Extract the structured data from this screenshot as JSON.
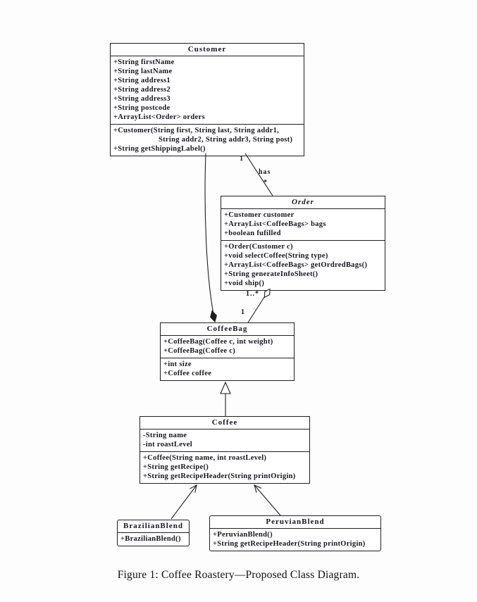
{
  "classes": {
    "customer": {
      "name": "Customer",
      "attributes": [
        "+String firstName",
        "+String lastName",
        "+String address1",
        "+String address2",
        "+String address3",
        "+String postcode",
        "+ArrayList<Order> orders"
      ],
      "methods": [
        "+Customer(String first, String last, String addr1,",
        "String addr2, String addr3, String post)",
        "+String getShippingLabel()"
      ]
    },
    "order": {
      "name": "Order",
      "attributes": [
        "+Customer customer",
        "+ArrayList<CoffeeBags> bags",
        "+boolean fufilled"
      ],
      "methods": [
        "+Order(Customer c)",
        "+void selectCoffee(String type)",
        "+ArrayList<CoffeeBags> getOrdredBags()",
        "+String generateInfoSheet()",
        "+void ship()"
      ]
    },
    "coffeebag": {
      "name": "CoffeeBag",
      "constructors": [
        "+CoffeeBag(Coffee c, int weight)",
        "+CoffeeBag(Coffee c)"
      ],
      "attributes": [
        "+int size",
        "+Coffee coffee"
      ]
    },
    "coffee": {
      "name": "Coffee",
      "attributes": [
        "-String name",
        "-int roastLevel"
      ],
      "methods": [
        "+Coffee(String name, int roastLevel)",
        "+String getRecipe()",
        "+String getRecipeHeader(String printOrigin)"
      ]
    },
    "brazilianblend": {
      "name": "BrazilianBlend",
      "methods": [
        "+BrazilianBlend()"
      ]
    },
    "peruvianblend": {
      "name": "PeruvianBlend",
      "methods": [
        "+PeruvianBlend()",
        "+String getRecipeHeader(String printOrigin)"
      ]
    }
  },
  "relationships": {
    "customer_order": {
      "label": "has",
      "customer_multiplicity": "1",
      "order_multiplicity": "*"
    },
    "order_coffeebag": {
      "order_multiplicity": "1..*",
      "coffeebag_multiplicity": "1"
    }
  },
  "caption": "Figure 1: Coffee Roastery—Proposed Class Diagram.",
  "colors": {
    "line": "#1f1f1f",
    "text": "#16161f",
    "background": "#fdfdfd"
  }
}
